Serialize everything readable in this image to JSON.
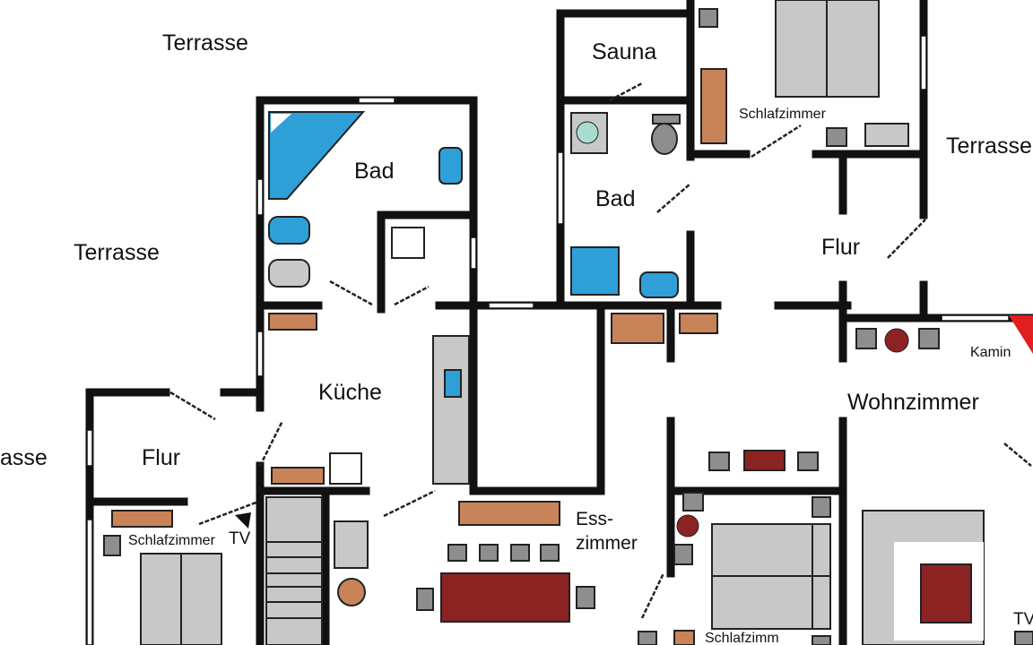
{
  "floor_plan": {
    "rooms": {
      "terrasse_top": "Terrasse",
      "terrasse_left": "Terrasse",
      "terrasse_bottom_left": "asse",
      "terrasse_right": "Terrasse",
      "sauna": "Sauna",
      "bad_left": "Bad",
      "bad_right": "Bad",
      "schlafzimmer_top": "Schlafzimmer",
      "flur_right": "Flur",
      "kamin": "Kamin",
      "wohnzimmer": "Wohnzimmer",
      "kueche": "Küche",
      "flur_left": "Flur",
      "schlafzimmer_left": "Schlafzimmer",
      "tv_left": "TV",
      "esszimmer_line1": "Ess-",
      "esszimmer_line2": "zimmer",
      "tv_right": "TV",
      "schlafzimmer_bottom": "Schlafzimm"
    },
    "colors": {
      "wall": "#111111",
      "wood": "#c98358",
      "furniture_grey": "#c8c8c8",
      "accent_red": "#8b2323",
      "water_blue": "#2f9fd8",
      "fireplace_red": "#e02020"
    }
  }
}
